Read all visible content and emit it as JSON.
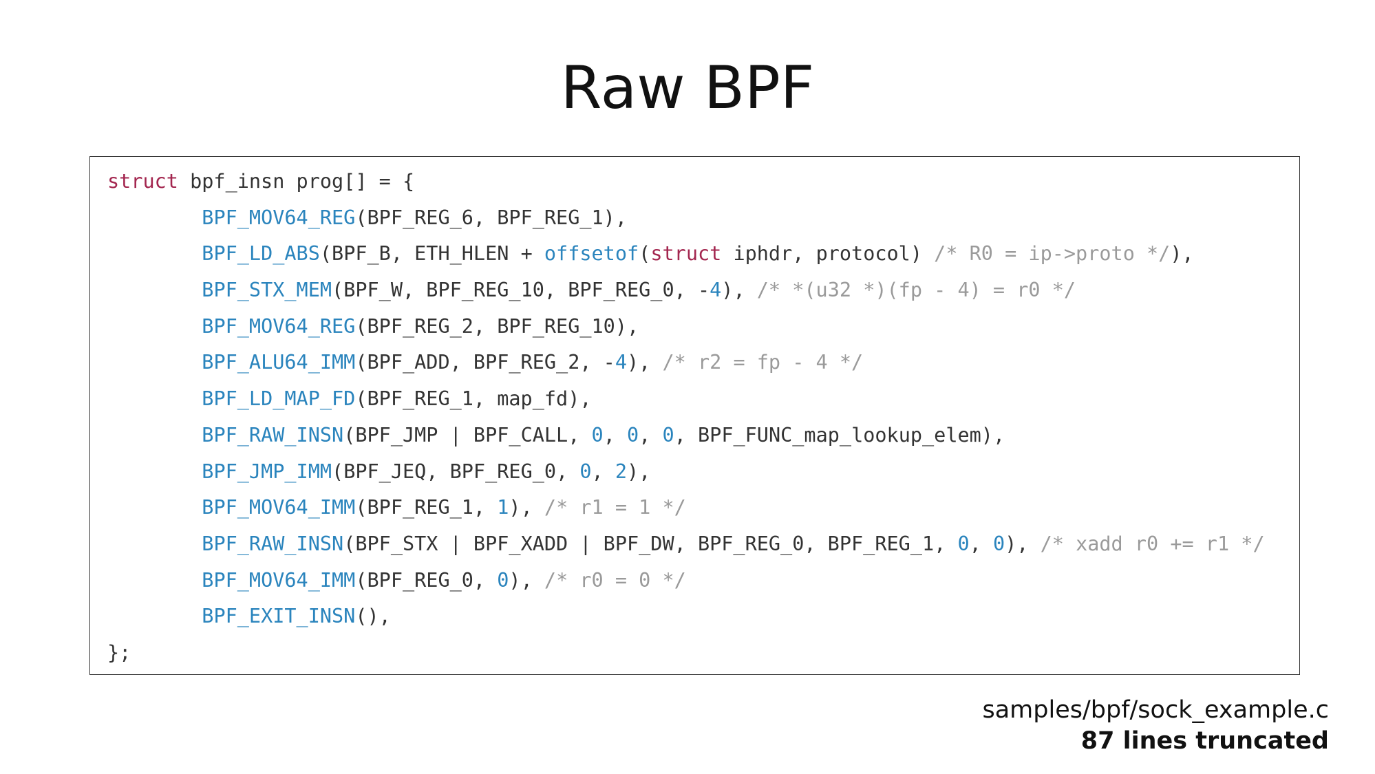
{
  "title": "Raw BPF",
  "code_lines": [
    [
      [
        "kw",
        "struct"
      ],
      [
        "tx",
        " bpf_insn prog[] = {"
      ]
    ],
    [
      [
        "tx",
        "        "
      ],
      [
        "fn",
        "BPF_MOV64_REG"
      ],
      [
        "tx",
        "(BPF_REG_6, BPF_REG_1),"
      ]
    ],
    [
      [
        "tx",
        "        "
      ],
      [
        "fn",
        "BPF_LD_ABS"
      ],
      [
        "tx",
        "(BPF_B, ETH_HLEN + "
      ],
      [
        "fn",
        "offsetof"
      ],
      [
        "tx",
        "("
      ],
      [
        "kw",
        "struct"
      ],
      [
        "tx",
        " iphdr, protocol) "
      ],
      [
        "cm",
        "/* R0 = ip->proto */"
      ],
      [
        "tx",
        "),"
      ]
    ],
    [
      [
        "tx",
        "        "
      ],
      [
        "fn",
        "BPF_STX_MEM"
      ],
      [
        "tx",
        "(BPF_W, BPF_REG_10, BPF_REG_0, -"
      ],
      [
        "num",
        "4"
      ],
      [
        "tx",
        "), "
      ],
      [
        "cm",
        "/* *(u32 *)(fp - 4) = r0 */"
      ]
    ],
    [
      [
        "tx",
        "        "
      ],
      [
        "fn",
        "BPF_MOV64_REG"
      ],
      [
        "tx",
        "(BPF_REG_2, BPF_REG_10),"
      ]
    ],
    [
      [
        "tx",
        "        "
      ],
      [
        "fn",
        "BPF_ALU64_IMM"
      ],
      [
        "tx",
        "(BPF_ADD, BPF_REG_2, -"
      ],
      [
        "num",
        "4"
      ],
      [
        "tx",
        "), "
      ],
      [
        "cm",
        "/* r2 = fp - 4 */"
      ]
    ],
    [
      [
        "tx",
        "        "
      ],
      [
        "fn",
        "BPF_LD_MAP_FD"
      ],
      [
        "tx",
        "(BPF_REG_1, map_fd),"
      ]
    ],
    [
      [
        "tx",
        "        "
      ],
      [
        "fn",
        "BPF_RAW_INSN"
      ],
      [
        "tx",
        "(BPF_JMP | BPF_CALL, "
      ],
      [
        "num",
        "0"
      ],
      [
        "tx",
        ", "
      ],
      [
        "num",
        "0"
      ],
      [
        "tx",
        ", "
      ],
      [
        "num",
        "0"
      ],
      [
        "tx",
        ", BPF_FUNC_map_lookup_elem),"
      ]
    ],
    [
      [
        "tx",
        "        "
      ],
      [
        "fn",
        "BPF_JMP_IMM"
      ],
      [
        "tx",
        "(BPF_JEQ, BPF_REG_0, "
      ],
      [
        "num",
        "0"
      ],
      [
        "tx",
        ", "
      ],
      [
        "num",
        "2"
      ],
      [
        "tx",
        "),"
      ]
    ],
    [
      [
        "tx",
        "        "
      ],
      [
        "fn",
        "BPF_MOV64_IMM"
      ],
      [
        "tx",
        "(BPF_REG_1, "
      ],
      [
        "num",
        "1"
      ],
      [
        "tx",
        "), "
      ],
      [
        "cm",
        "/* r1 = 1 */"
      ]
    ],
    [
      [
        "tx",
        "        "
      ],
      [
        "fn",
        "BPF_RAW_INSN"
      ],
      [
        "tx",
        "(BPF_STX | BPF_XADD | BPF_DW, BPF_REG_0, BPF_REG_1, "
      ],
      [
        "num",
        "0"
      ],
      [
        "tx",
        ", "
      ],
      [
        "num",
        "0"
      ],
      [
        "tx",
        "), "
      ],
      [
        "cm",
        "/* xadd r0 += r1 */"
      ]
    ],
    [
      [
        "tx",
        "        "
      ],
      [
        "fn",
        "BPF_MOV64_IMM"
      ],
      [
        "tx",
        "(BPF_REG_0, "
      ],
      [
        "num",
        "0"
      ],
      [
        "tx",
        "), "
      ],
      [
        "cm",
        "/* r0 = 0 */"
      ]
    ],
    [
      [
        "tx",
        "        "
      ],
      [
        "fn",
        "BPF_EXIT_INSN"
      ],
      [
        "tx",
        "(),"
      ]
    ],
    [
      [
        "tx",
        "};"
      ]
    ]
  ],
  "footer": {
    "source": "samples/bpf/sock_example.c",
    "note": "87 lines truncated"
  }
}
